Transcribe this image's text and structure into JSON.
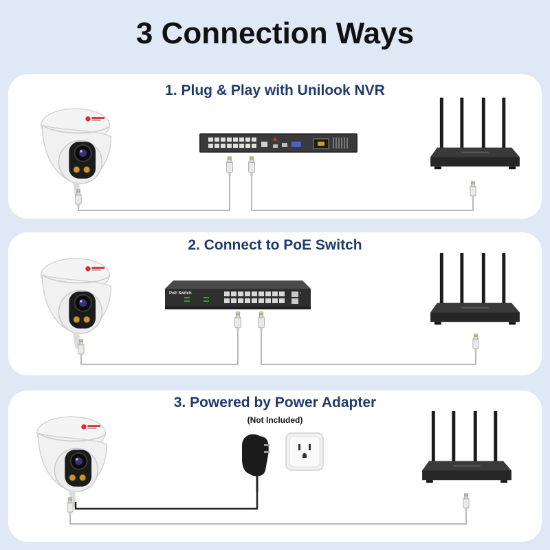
{
  "header": {
    "title": "3 Connection Ways"
  },
  "sections": [
    {
      "title": "1.  Plug & Play with Unilook NVR",
      "device": "nvr-recorder"
    },
    {
      "title": "2. Connect to PoE Switch",
      "device": "poe-switch",
      "device_label": "PoE Switch"
    },
    {
      "title": "3. Powered by Power Adapter",
      "note": "(Not Included)",
      "device": "power-adapter"
    }
  ],
  "colors": {
    "background": "#dfe8f5",
    "panel": "#ffffff",
    "section_title": "#1f3a6b",
    "cable": "#b8b8b8",
    "power_cable": "#222222"
  }
}
